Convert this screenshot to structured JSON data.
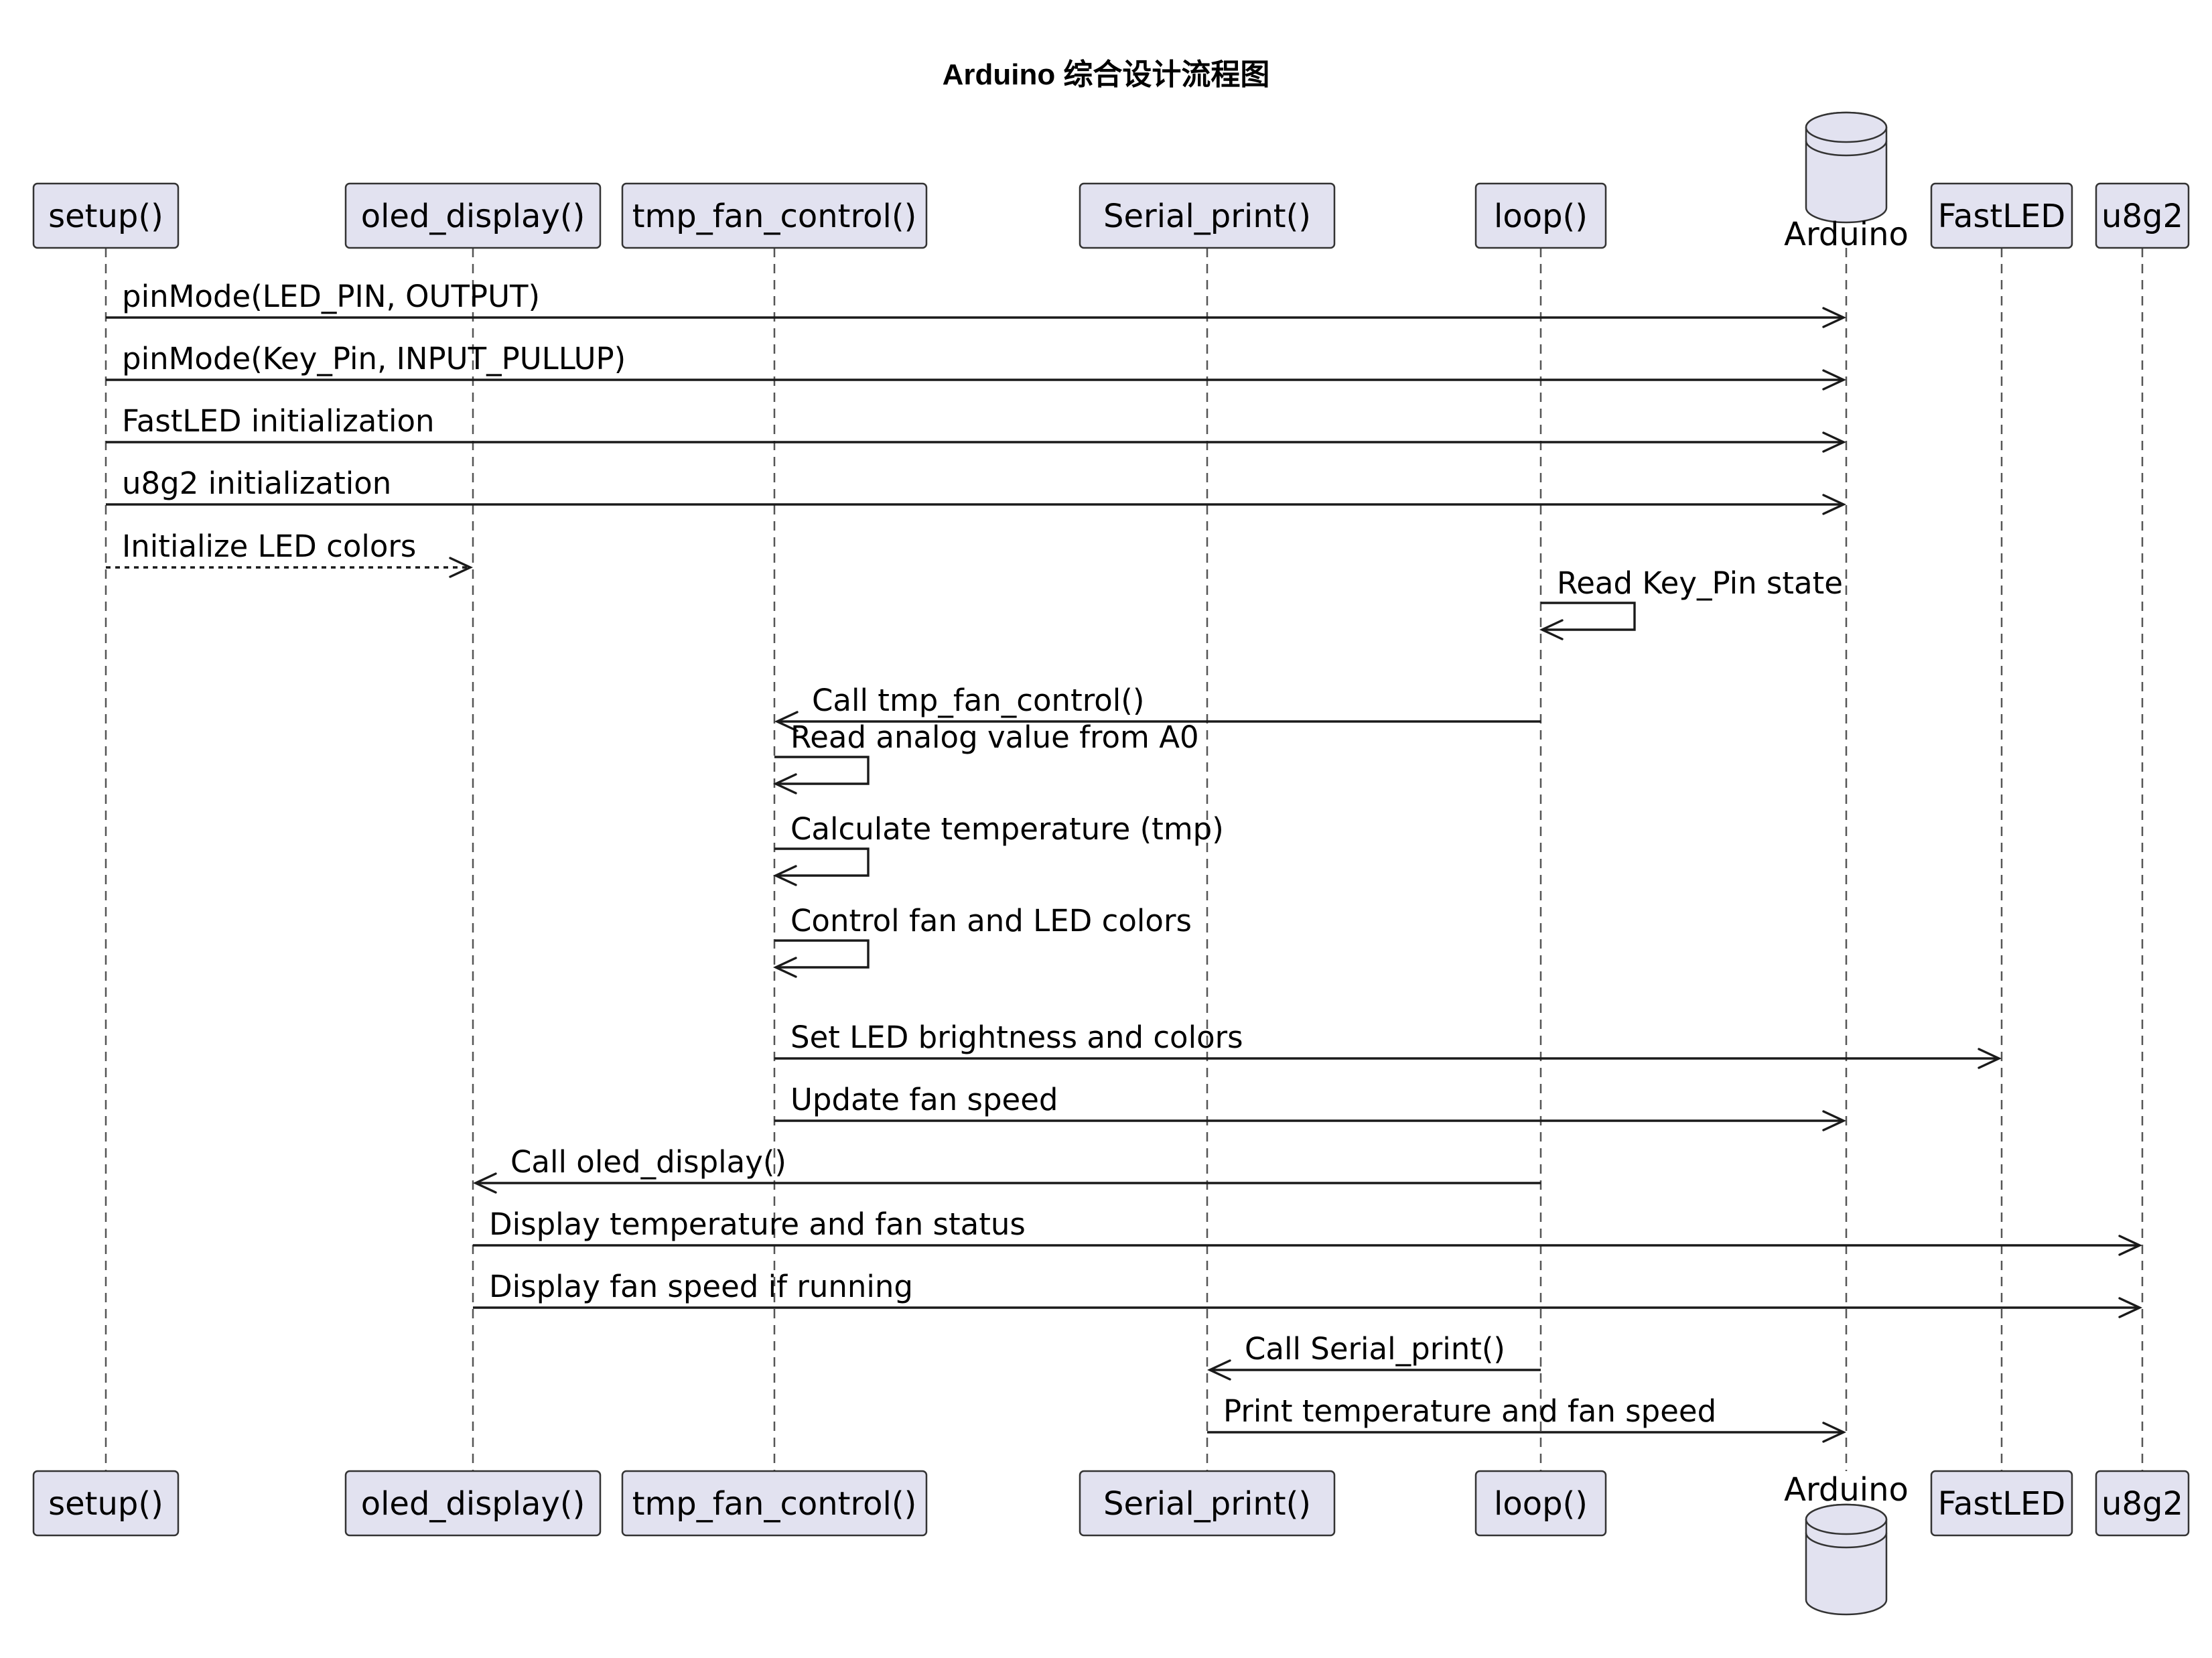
{
  "title": "Arduino 综合设计流程图",
  "participants": [
    {
      "id": "setup",
      "label": "setup()",
      "kind": "participant"
    },
    {
      "id": "oled_display",
      "label": "oled_display()",
      "kind": "participant"
    },
    {
      "id": "tmp_fan_control",
      "label": "tmp_fan_control()",
      "kind": "participant"
    },
    {
      "id": "serial_print",
      "label": "Serial_print()",
      "kind": "participant"
    },
    {
      "id": "loop",
      "label": "loop()",
      "kind": "participant"
    },
    {
      "id": "arduino",
      "label": "Arduino",
      "kind": "database"
    },
    {
      "id": "fastled",
      "label": "FastLED",
      "kind": "participant"
    },
    {
      "id": "u8g2",
      "label": "u8g2",
      "kind": "participant"
    }
  ],
  "messages": [
    {
      "from": "setup",
      "to": "arduino",
      "label": "pinMode(LED_PIN, OUTPUT)",
      "style": "solid"
    },
    {
      "from": "setup",
      "to": "arduino",
      "label": "pinMode(Key_Pin, INPUT_PULLUP)",
      "style": "solid"
    },
    {
      "from": "setup",
      "to": "arduino",
      "label": "FastLED initialization",
      "style": "solid"
    },
    {
      "from": "setup",
      "to": "arduino",
      "label": "u8g2 initialization",
      "style": "solid"
    },
    {
      "from": "setup",
      "to": "oled_display",
      "label": "Initialize LED colors",
      "style": "dotted"
    },
    {
      "from": "loop",
      "to": "loop",
      "label": "Read Key_Pin state",
      "style": "solid"
    },
    {
      "from": "loop",
      "to": "tmp_fan_control",
      "label": "Call tmp_fan_control()",
      "style": "solid"
    },
    {
      "from": "tmp_fan_control",
      "to": "tmp_fan_control",
      "label": "Read analog value from A0",
      "style": "solid"
    },
    {
      "from": "tmp_fan_control",
      "to": "tmp_fan_control",
      "label": "Calculate temperature (tmp)",
      "style": "solid"
    },
    {
      "from": "tmp_fan_control",
      "to": "tmp_fan_control",
      "label": "Control fan and LED colors",
      "style": "solid"
    },
    {
      "from": "tmp_fan_control",
      "to": "fastled",
      "label": "Set LED brightness and colors",
      "style": "solid"
    },
    {
      "from": "tmp_fan_control",
      "to": "arduino",
      "label": "Update fan speed",
      "style": "solid"
    },
    {
      "from": "loop",
      "to": "oled_display",
      "label": "Call oled_display()",
      "style": "solid"
    },
    {
      "from": "oled_display",
      "to": "u8g2",
      "label": "Display temperature and fan status",
      "style": "solid"
    },
    {
      "from": "oled_display",
      "to": "u8g2",
      "label": "Display fan speed if running",
      "style": "solid"
    },
    {
      "from": "loop",
      "to": "serial_print",
      "label": "Call Serial_print()",
      "style": "solid"
    },
    {
      "from": "serial_print",
      "to": "arduino",
      "label": "Print temperature and fan speed",
      "style": "solid"
    }
  ]
}
